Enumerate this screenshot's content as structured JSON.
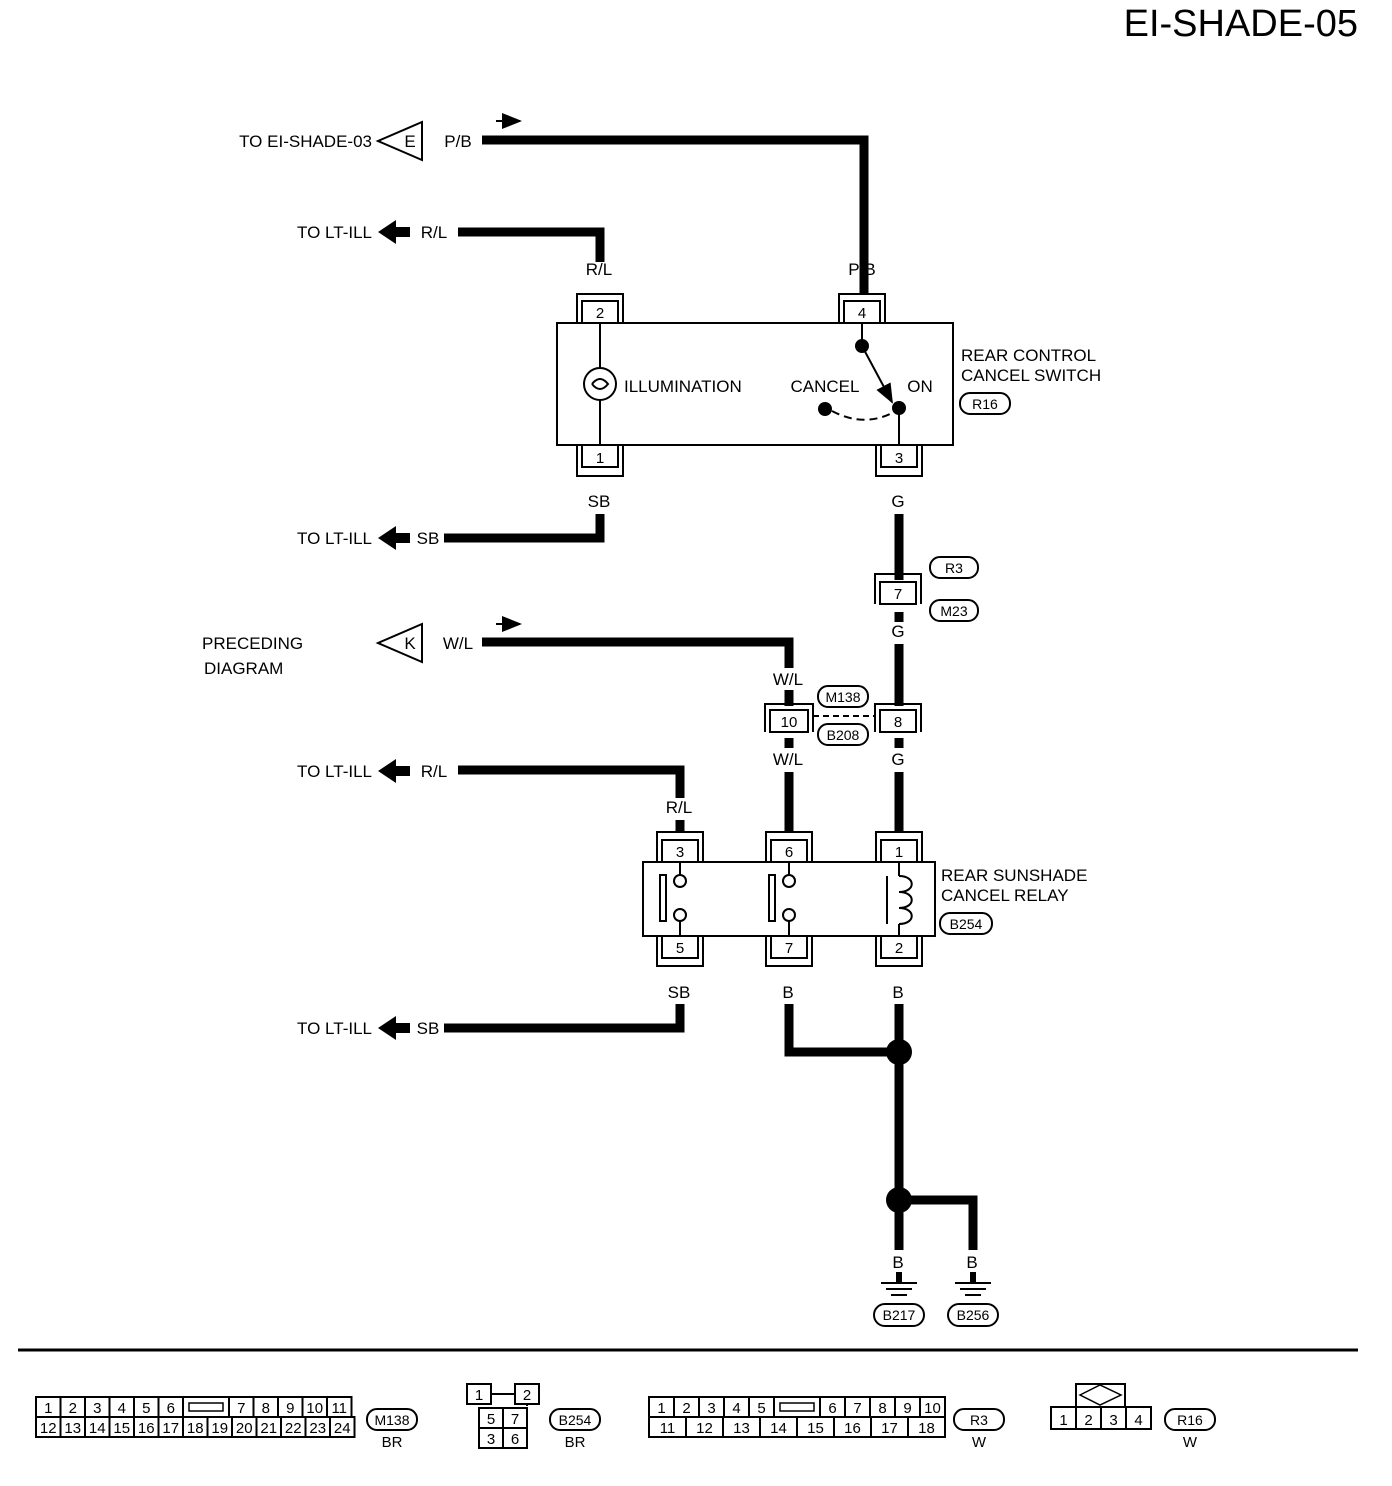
{
  "page_id": "EI-SHADE-05",
  "links": {
    "to_ei_shade_03": "TO EI-SHADE-03",
    "to_lt_ill": "TO LT-ILL",
    "preceding_line1": "PRECEDING",
    "preceding_line2": "DIAGRAM",
    "marker_e": "E",
    "marker_k": "K"
  },
  "wires": {
    "pb": "P/B",
    "rl": "R/L",
    "sb": "SB",
    "g": "G",
    "wl": "W/L",
    "b": "B"
  },
  "switch": {
    "name_line1": "REAR CONTROL",
    "name_line2": "CANCEL SWITCH",
    "connector": "R16",
    "illumination": "ILLUMINATION",
    "cancel": "CANCEL",
    "on": "ON",
    "pins": [
      "2",
      "4",
      "1",
      "3"
    ]
  },
  "joints": {
    "r3": "R3",
    "m23": "M23",
    "pin7": "7",
    "m138": "M138",
    "b208": "B208",
    "pin10": "10",
    "pin8": "8"
  },
  "relay": {
    "name_line1": "REAR SUNSHADE",
    "name_line2": "CANCEL RELAY",
    "connector": "B254",
    "pins_top": [
      "3",
      "6",
      "1"
    ],
    "pins_bottom": [
      "5",
      "7",
      "2"
    ]
  },
  "grounds": [
    "B217",
    "B256"
  ],
  "connector_views": [
    {
      "id": "M138",
      "color": "BR",
      "row1": [
        "1",
        "2",
        "3",
        "4",
        "5",
        "6",
        "",
        "7",
        "8",
        "9",
        "10",
        "11"
      ],
      "row2": [
        "12",
        "13",
        "14",
        "15",
        "16",
        "17",
        "18",
        "19",
        "20",
        "21",
        "22",
        "23",
        "24"
      ]
    },
    {
      "id": "B254",
      "color": "BR",
      "rows": [
        [
          "1",
          "2"
        ],
        [
          "5",
          "7"
        ],
        [
          "3",
          "6"
        ]
      ]
    },
    {
      "id": "R3",
      "color": "W",
      "row1": [
        "1",
        "2",
        "3",
        "4",
        "5",
        "",
        "6",
        "7",
        "8",
        "9",
        "10"
      ],
      "row2": [
        "11",
        "12",
        "13",
        "14",
        "15",
        "16",
        "17",
        "18"
      ]
    },
    {
      "id": "R16",
      "color": "W",
      "row1": [
        "1",
        "2",
        "3",
        "4"
      ]
    }
  ]
}
